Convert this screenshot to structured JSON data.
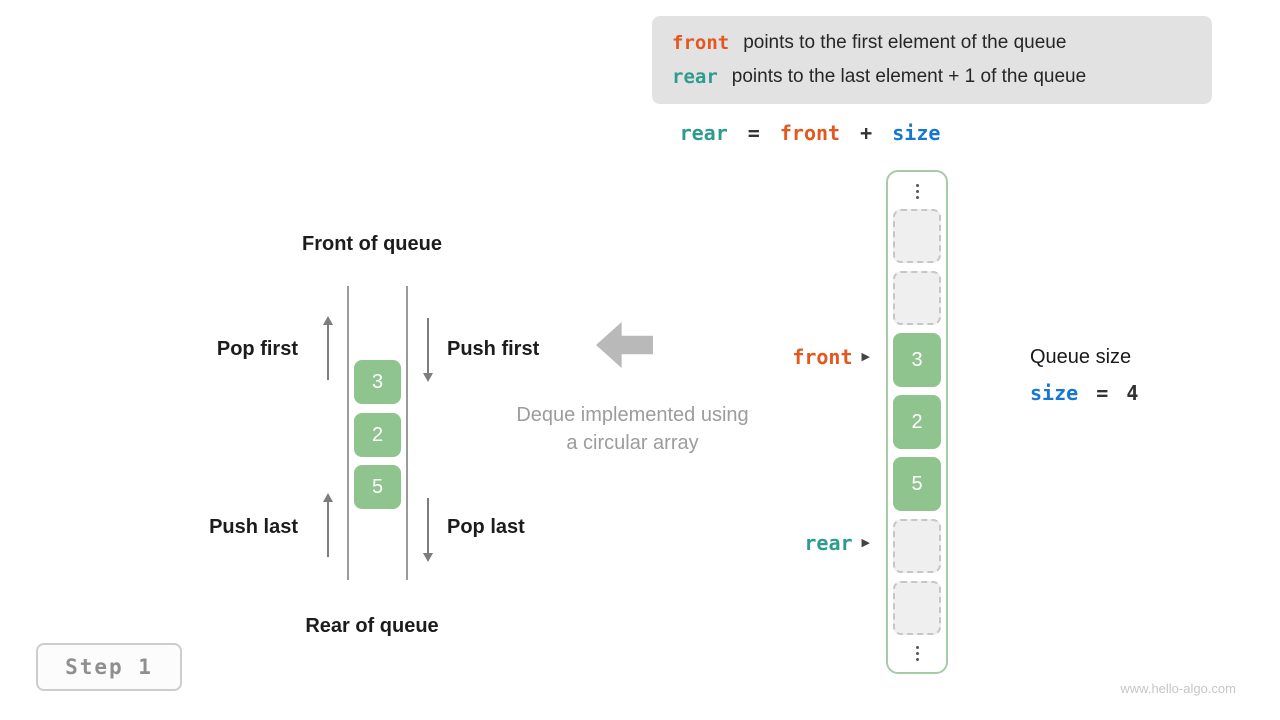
{
  "colors": {
    "front_orange": "#E2581E",
    "rear_teal": "#2E9B8F",
    "size_blue": "#1677D2",
    "cell_green": "#8FC48F",
    "info_box_gray": "#E2E2E2",
    "caption_gray": "#9C9C9C"
  },
  "info_box": {
    "line1_keyword": "front",
    "line1_text": "points to the first element of the queue",
    "line2_keyword": "rear",
    "line2_text": "points to the last element + 1 of the queue"
  },
  "formula": {
    "rear": "rear",
    "equals": "=",
    "front": "front",
    "plus": "+",
    "size": "size"
  },
  "left_diagram": {
    "front_of_queue": "Front of queue",
    "rear_of_queue": "Rear of queue",
    "pop_first": "Pop first",
    "push_first": "Push first",
    "push_last": "Push last",
    "pop_last": "Pop last",
    "cells": [
      "3",
      "2",
      "5"
    ]
  },
  "center_caption": {
    "line1": "Deque implemented using",
    "line2": "a circular array"
  },
  "array_column": {
    "front_pointer": "front",
    "rear_pointer": "rear",
    "pointer_arrow_glyph": "▶",
    "cells": [
      {
        "value": "",
        "state": "empty"
      },
      {
        "value": "",
        "state": "empty"
      },
      {
        "value": "3",
        "state": "filled"
      },
      {
        "value": "2",
        "state": "filled"
      },
      {
        "value": "5",
        "state": "filled"
      },
      {
        "value": "",
        "state": "empty"
      },
      {
        "value": "",
        "state": "empty"
      }
    ]
  },
  "queue_size": {
    "title": "Queue size",
    "keyword": "size",
    "equals": "=",
    "value": "4"
  },
  "step_box": {
    "label": "Step 1"
  },
  "footer": {
    "url": "www.hello-algo.com"
  }
}
